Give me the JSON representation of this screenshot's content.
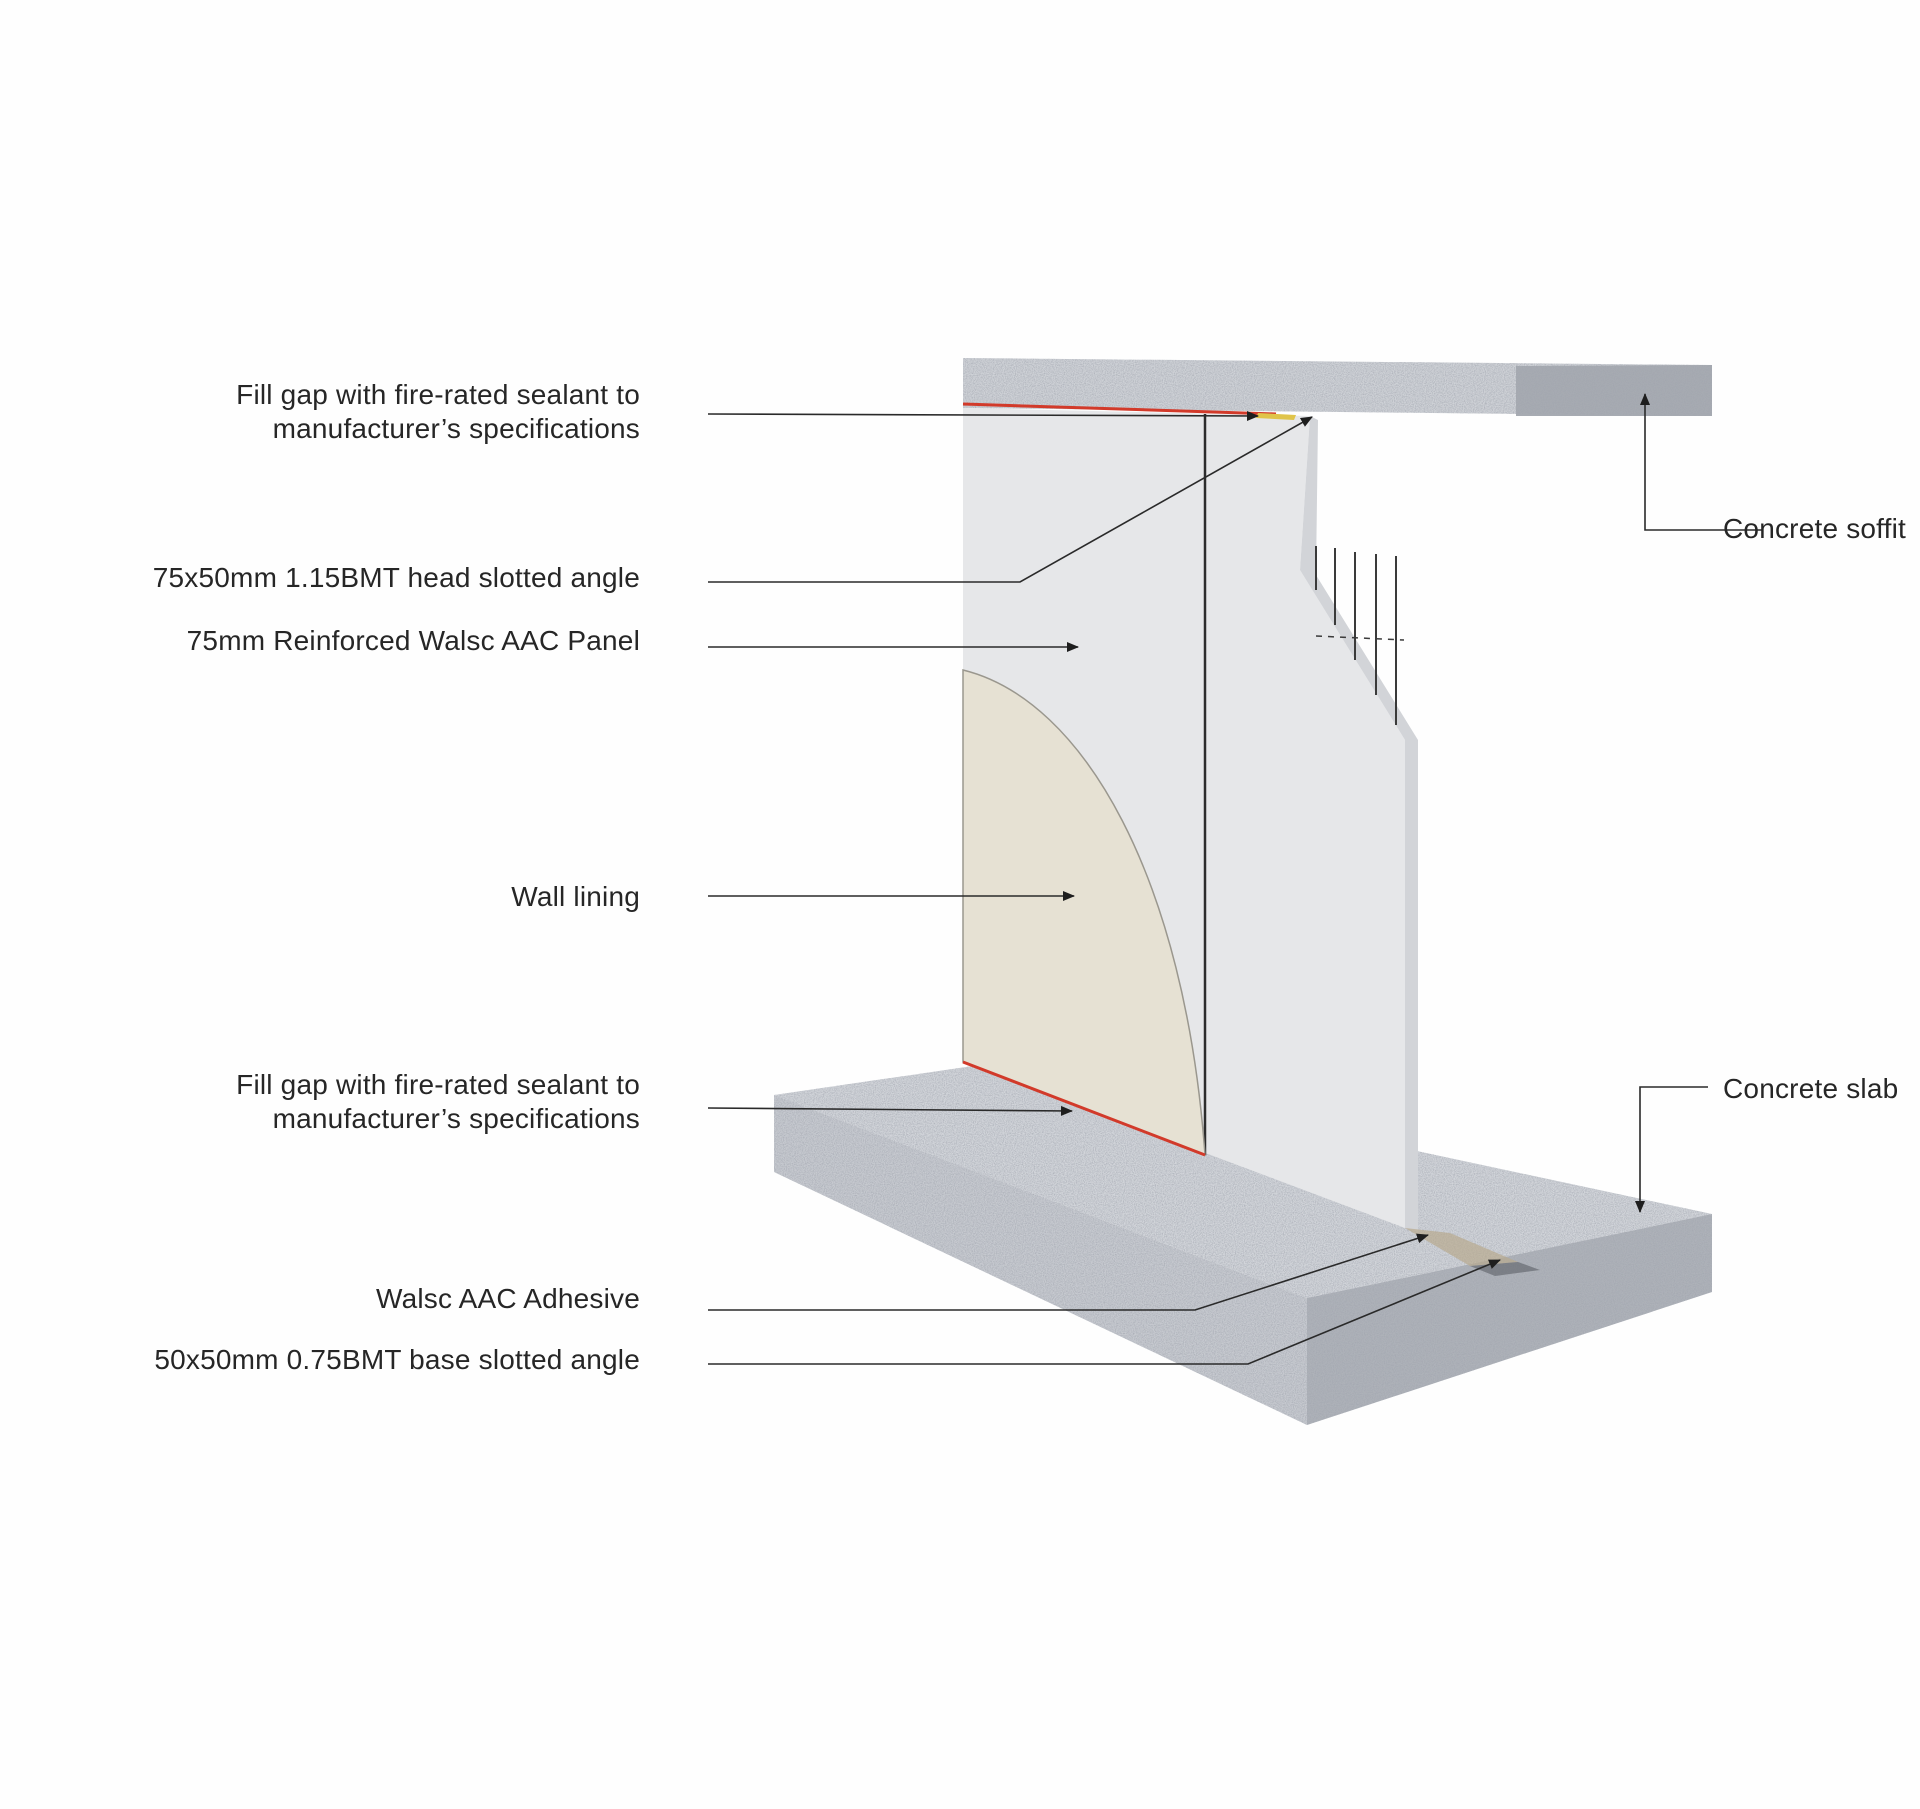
{
  "labels": {
    "fill_gap_head_line1": "Fill gap with fire-rated sealant to",
    "fill_gap_head_line2": "manufacturer’s specifications",
    "head_angle": "75x50mm 1.15BMT head slotted angle",
    "panel": "75mm Reinforced Walsc AAC Panel",
    "wall_lining": "Wall lining",
    "fill_gap_base_line1": "Fill gap with fire-rated sealant to",
    "fill_gap_base_line2": "manufacturer’s specifications",
    "adhesive": "Walsc AAC Adhesive",
    "base_angle": "50x50mm 0.75BMT base slotted angle",
    "soffit": "Concrete soffit",
    "slab": "Concrete slab"
  },
  "colors": {
    "background": "#fefefe",
    "concrete_light": "#d3d6dc",
    "concrete_dark": "#a9adb4",
    "panel": "#e7e8ea",
    "lining": "#e6e2d4",
    "sealant": "#d23a2a",
    "leader": "#2a2a2a"
  }
}
